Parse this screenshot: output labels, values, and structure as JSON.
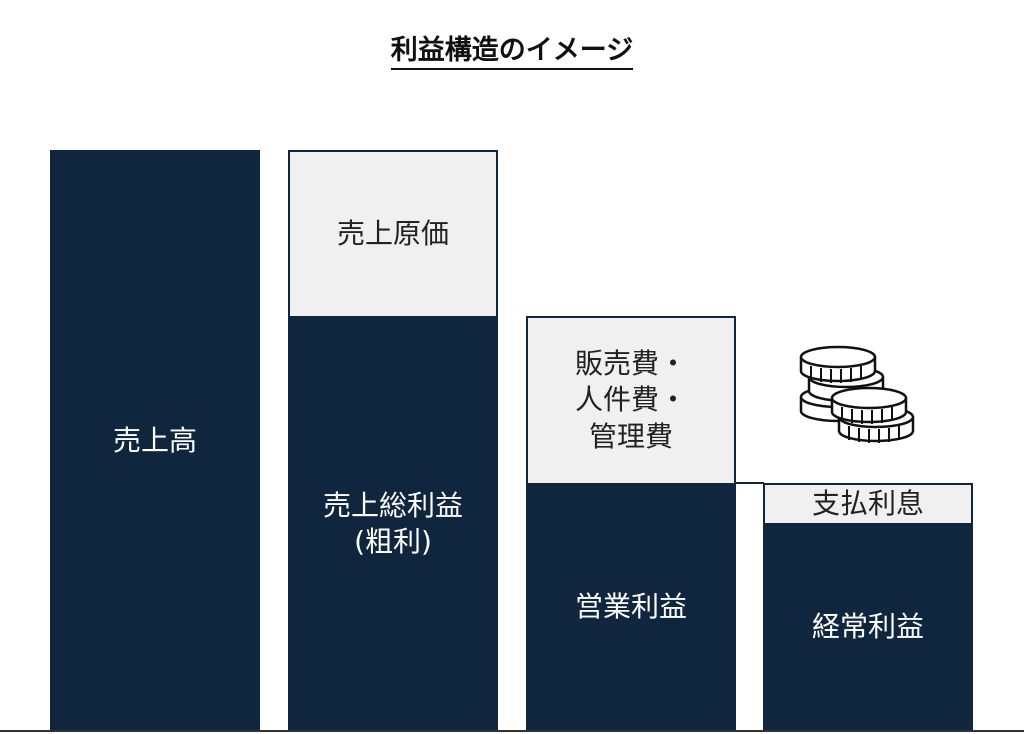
{
  "title": "利益構造のイメージ",
  "bars": {
    "sales": "売上高",
    "cost_of_sales": "売上原価",
    "gross_profit": "売上総利益\n(粗利)",
    "sga": "販売費・\n人件費・\n管理費",
    "operating_profit": "営業利益",
    "interest": "支払利息",
    "ordinary_profit": "経常利益"
  },
  "colors": {
    "dark": "#10263f",
    "light": "#f0f0f0"
  },
  "icon": "coins-icon"
}
